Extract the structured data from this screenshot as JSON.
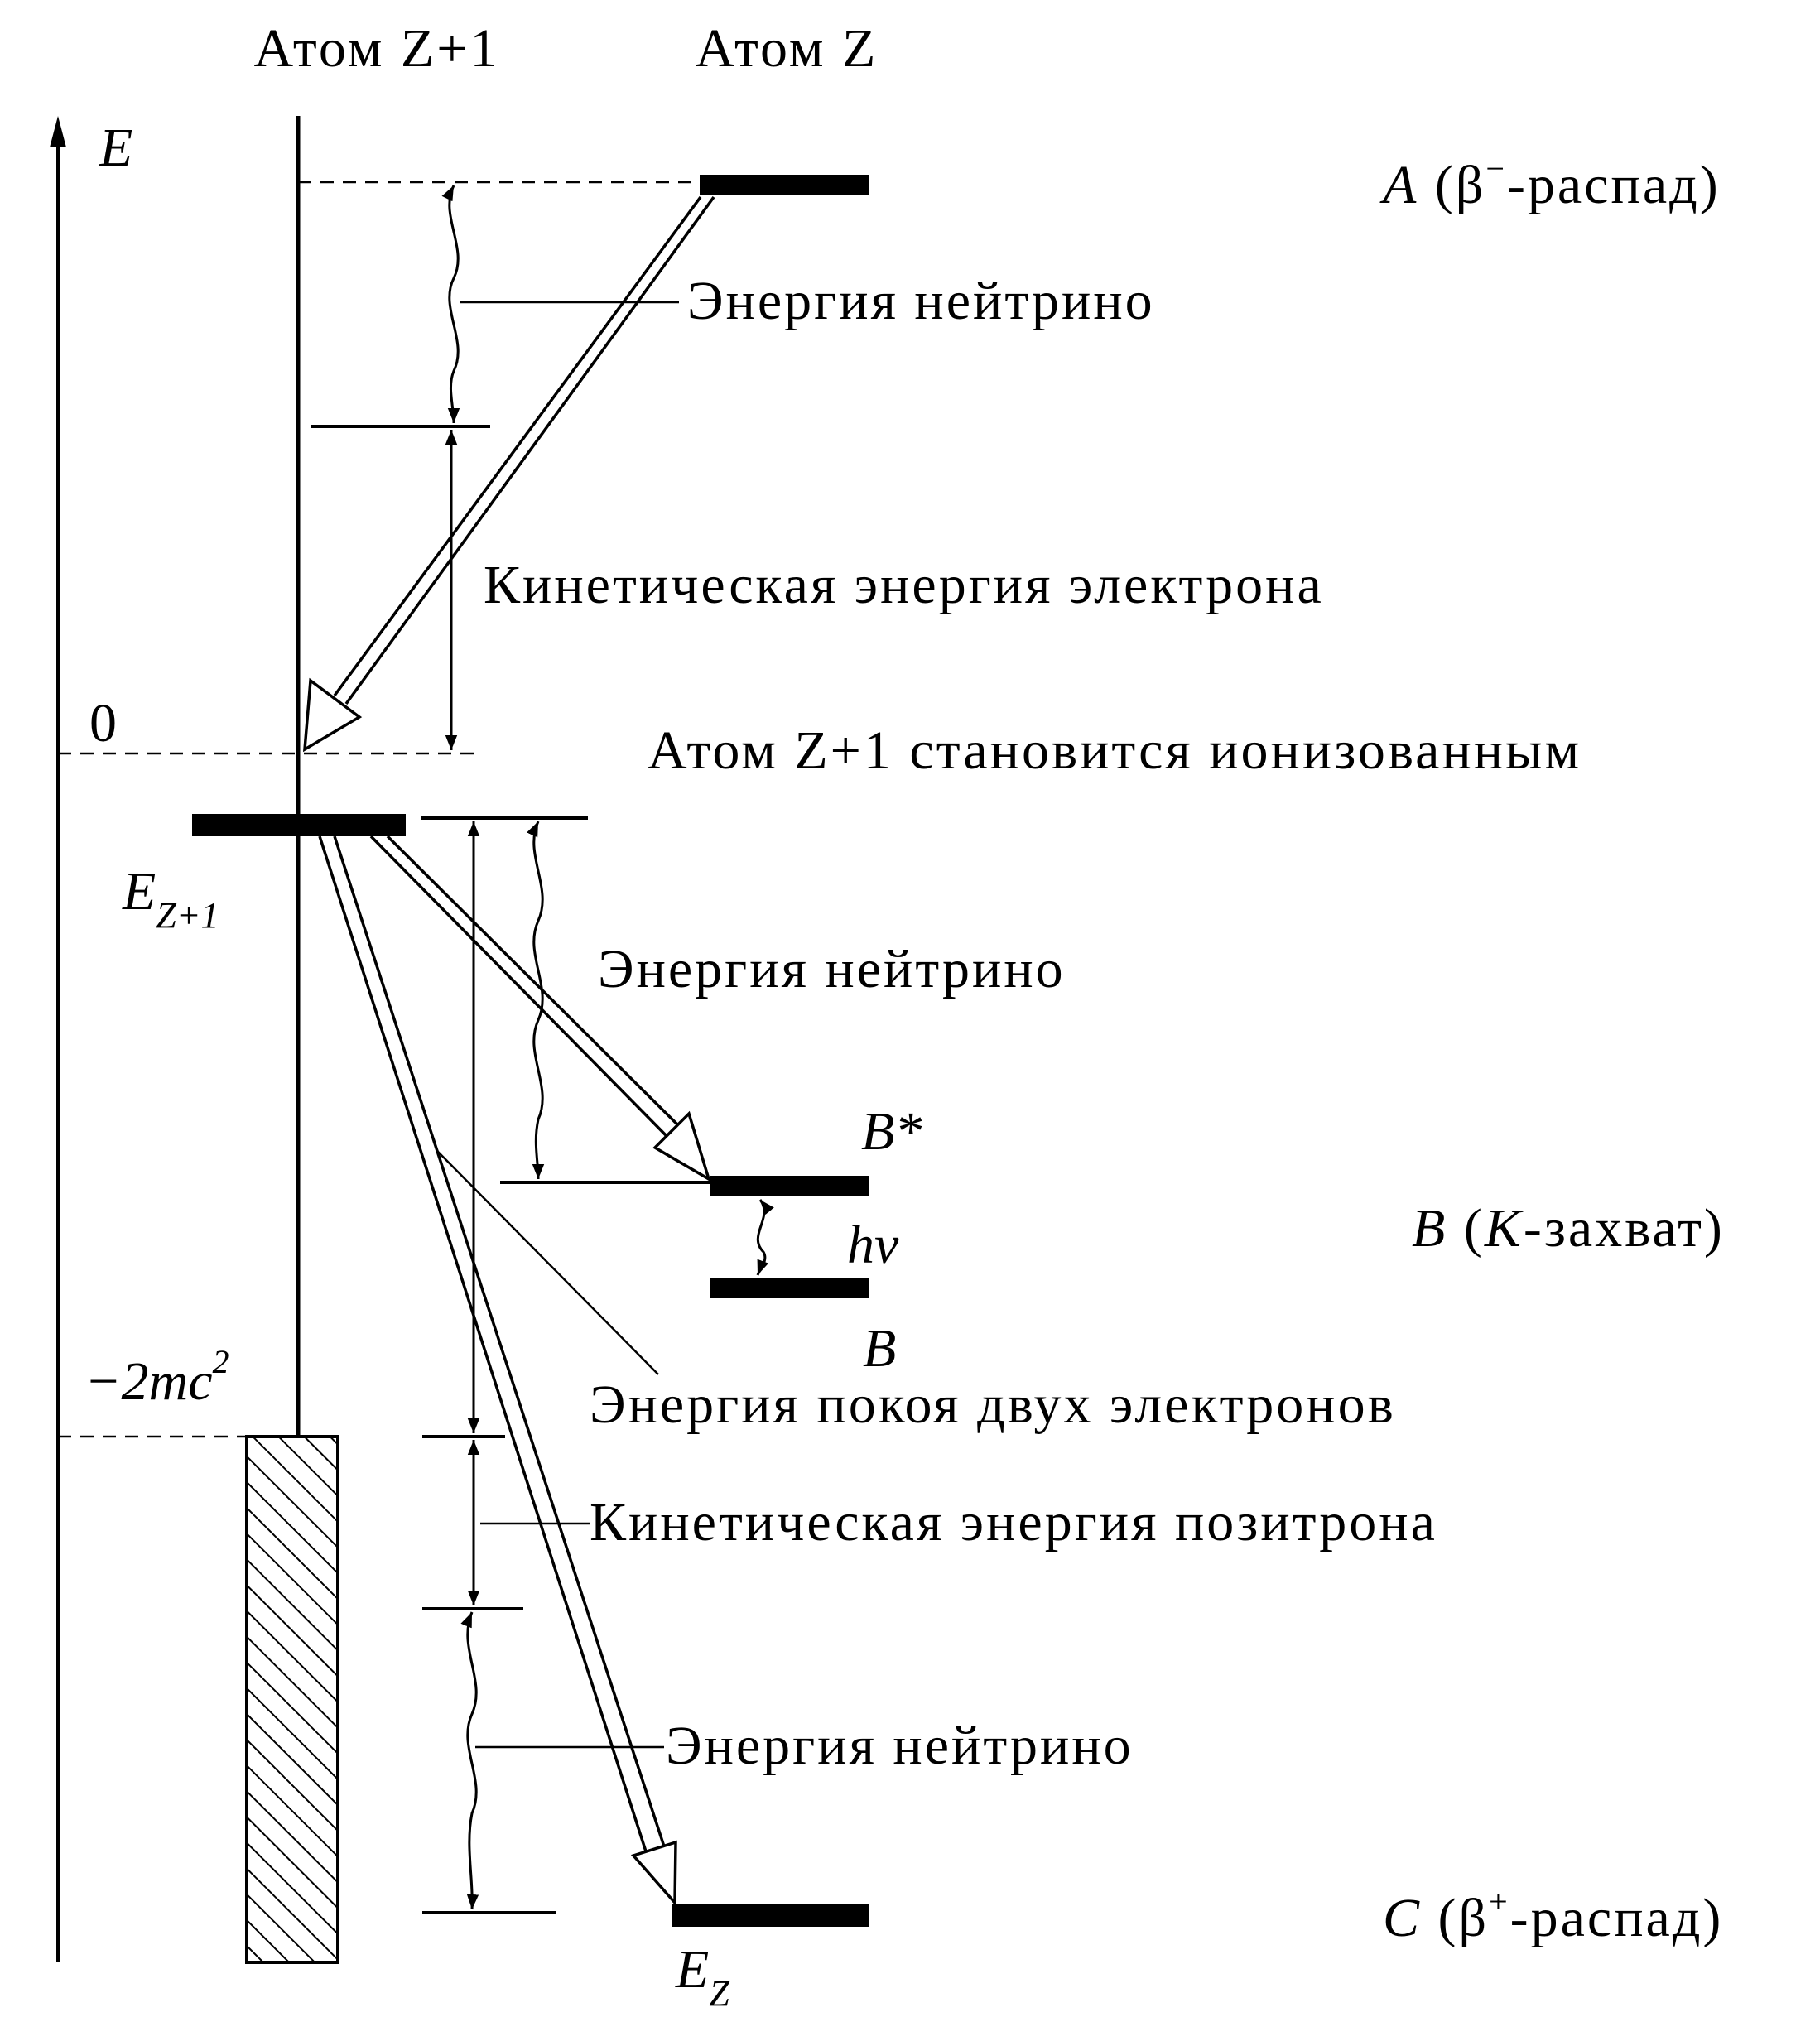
{
  "columns": {
    "atom_z1": "Атом Z+1",
    "atom_z": "Атом Z"
  },
  "axis": {
    "energy": "E",
    "zero": "0",
    "two_mc2_prefix": "−2mc",
    "two_mc2_exp": "2"
  },
  "levels": {
    "ez1_main": "E",
    "ez1_sub": "Z+1",
    "ez_main": "E",
    "ez_sub": "Z",
    "b_star": "B*",
    "b": "B",
    "h_nu": "hν"
  },
  "cases": {
    "a": {
      "letter": "A",
      "open": " (β",
      "sup": "−",
      "close": "-распад)"
    },
    "b": {
      "letter": "B",
      "open": " (",
      "k": "K",
      "close": "-захват)"
    },
    "c": {
      "letter": "C",
      "open": " (β",
      "sup": "+",
      "close": "-распад)"
    }
  },
  "labels": {
    "neutrino_a": "Энергия нейтрино",
    "electron_kinetic": "Кинетическая энергия электрона",
    "ionized": "Атом Z+1 становится ионизованным",
    "neutrino_b": "Энергия нейтрино",
    "rest_energy": "Энергия покоя двух электронов",
    "positron_kinetic": "Кинетическая энергия позитрона",
    "neutrino_c": "Энергия нейтрино"
  }
}
